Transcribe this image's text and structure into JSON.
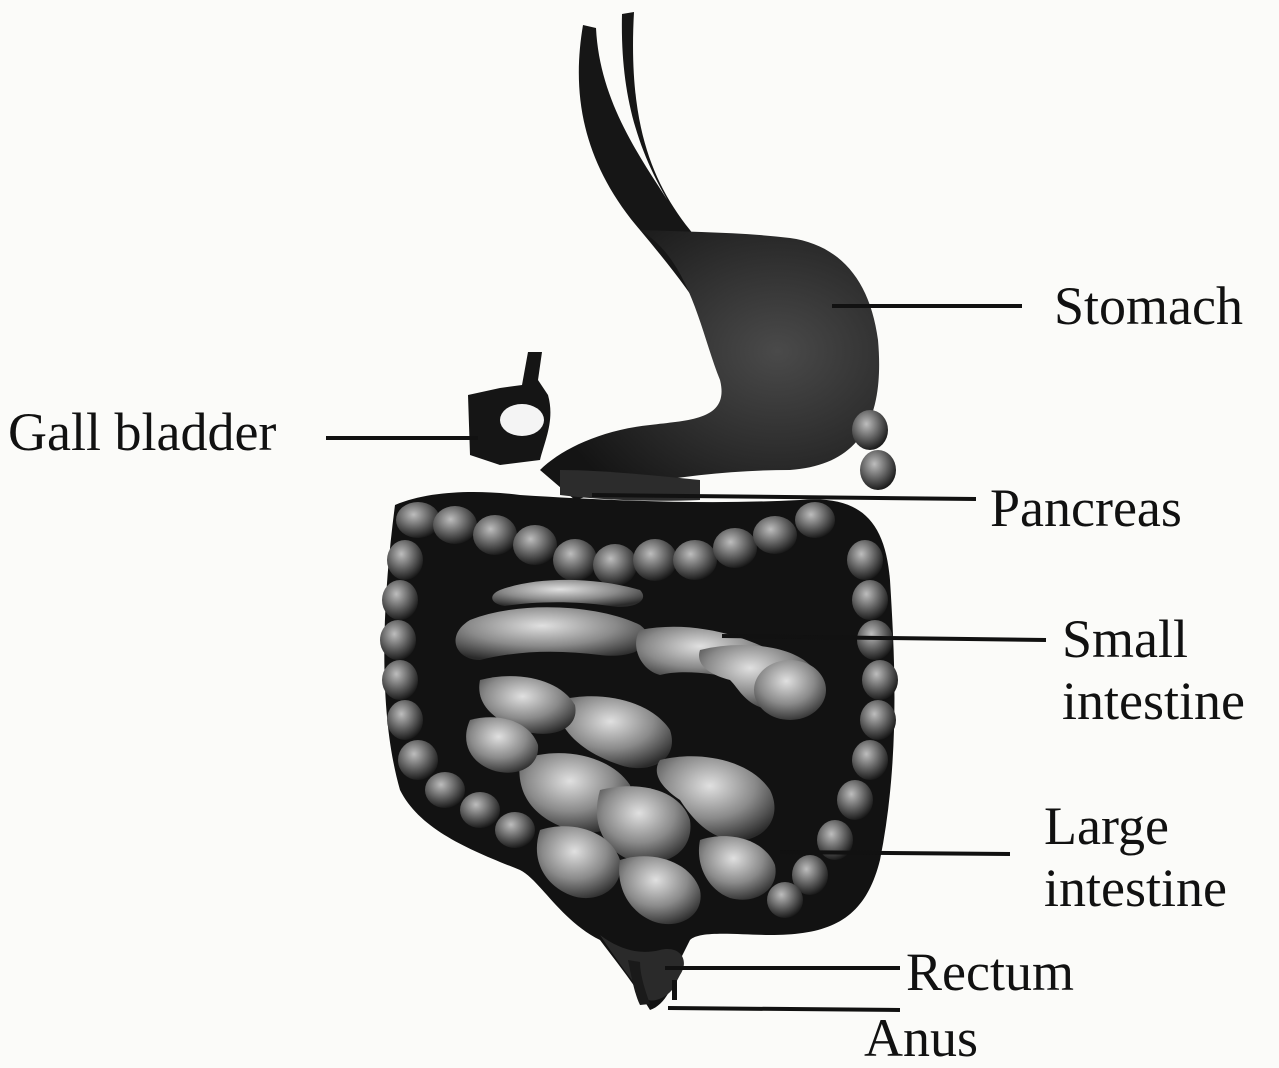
{
  "labels": {
    "stomach": "Stomach",
    "gall_bladder": "Gall bladder",
    "pancreas": "Pancreas",
    "small_intestine": [
      "Small",
      "intestine"
    ],
    "large_intestine": [
      "Large",
      "intestine"
    ],
    "rectum": "Rectum",
    "anus": "Anus"
  }
}
